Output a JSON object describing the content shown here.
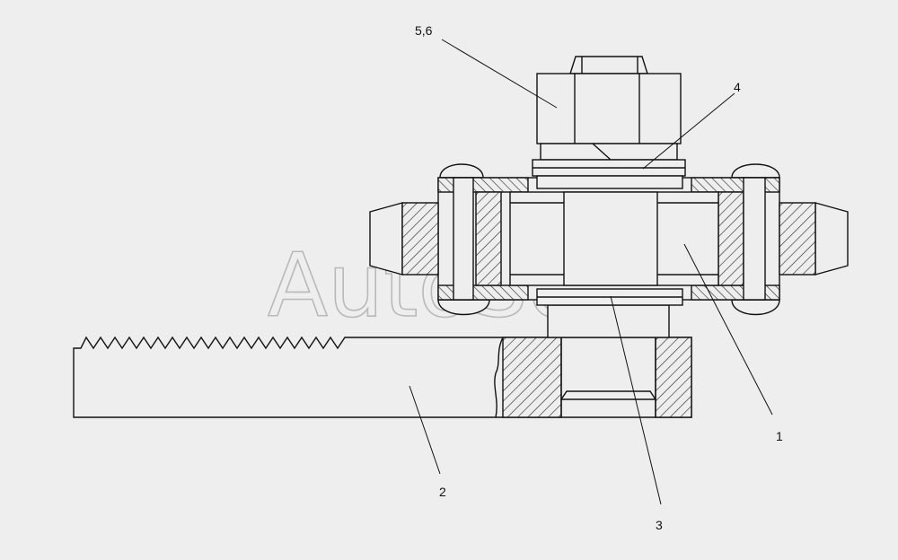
{
  "watermark": {
    "text": "AutoSoft"
  },
  "callouts": [
    {
      "id": "5-6",
      "text": "5,6"
    },
    {
      "id": "4",
      "text": "4"
    },
    {
      "id": "1",
      "text": "1"
    },
    {
      "id": "2",
      "text": "2"
    },
    {
      "id": "3",
      "text": "3"
    }
  ],
  "colors": {
    "background": "#eeeeee",
    "line": "#111111",
    "hatch": "#222222"
  }
}
